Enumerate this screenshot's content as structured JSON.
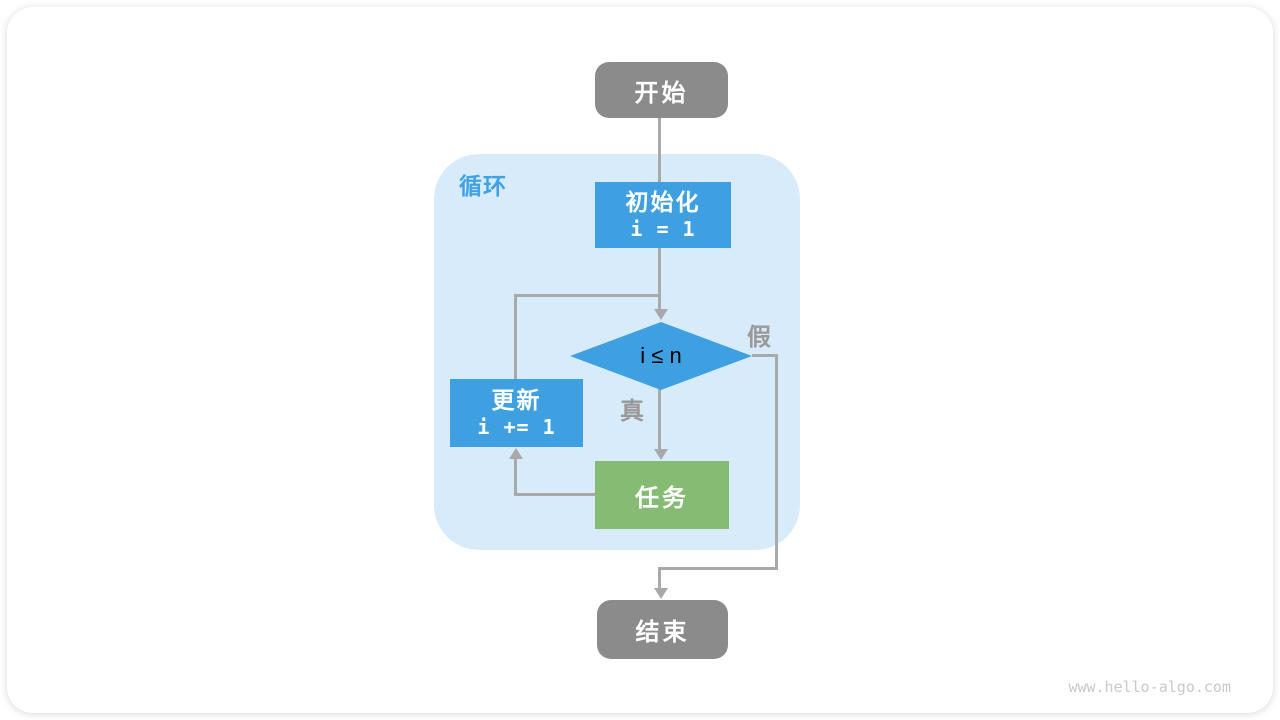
{
  "flowchart": {
    "container_label": "循环",
    "nodes": {
      "start": {
        "label": "开始"
      },
      "init": {
        "line1": "初始化",
        "line2": "i = 1"
      },
      "cond": {
        "label": "i ≤ n"
      },
      "update": {
        "line1": "更新",
        "line2": "i += 1"
      },
      "task": {
        "label": "任务"
      },
      "end": {
        "label": "结束"
      }
    },
    "edge_labels": {
      "true_branch": "真",
      "false_branch": "假"
    },
    "colors": {
      "node_gray": "#8b8b8b",
      "node_blue": "#3fa0e1",
      "node_green": "#85bb73",
      "container_bg": "#d8ebfb",
      "container_label": "#3fa2e9",
      "edge": "#a9a9a9",
      "edge_label": "#999999",
      "watermark": "#c9c9c9"
    }
  },
  "page": {
    "watermark": "www.hello-algo.com"
  }
}
